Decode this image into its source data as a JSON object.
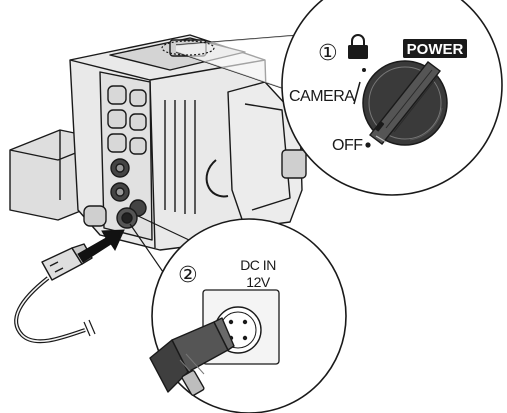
{
  "power_callout": {
    "step": "①",
    "power_label": "POWER",
    "camera_label": "CAMERA",
    "off_label": "OFF",
    "lock_icon": "padlock-icon"
  },
  "dcin_callout": {
    "step": "②",
    "port_label_line1": "DC IN",
    "port_label_line2": "12V"
  },
  "colors": {
    "body_fill": "#e6e6e6",
    "body_stroke": "#1a1a1a",
    "dark_fill": "#3a3a3a",
    "callout_fill": "#ffffff",
    "arrow_fill": "#111111"
  }
}
